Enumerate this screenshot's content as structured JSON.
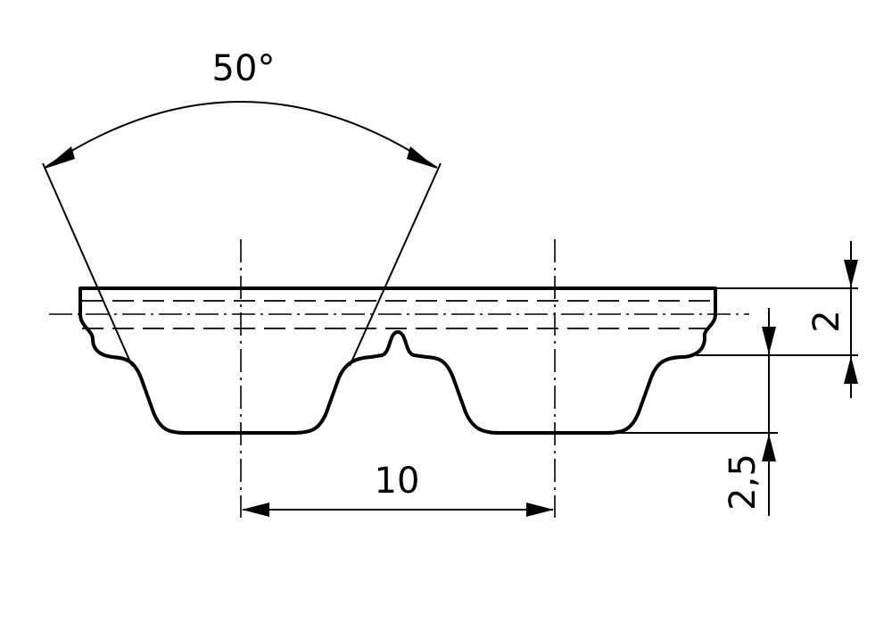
{
  "diagram": {
    "angle_label": "50°",
    "pitch_label": "10",
    "thickness_label": "2",
    "tooth_height_label": "2,5",
    "line_color": "#000000",
    "background": "#ffffff"
  }
}
